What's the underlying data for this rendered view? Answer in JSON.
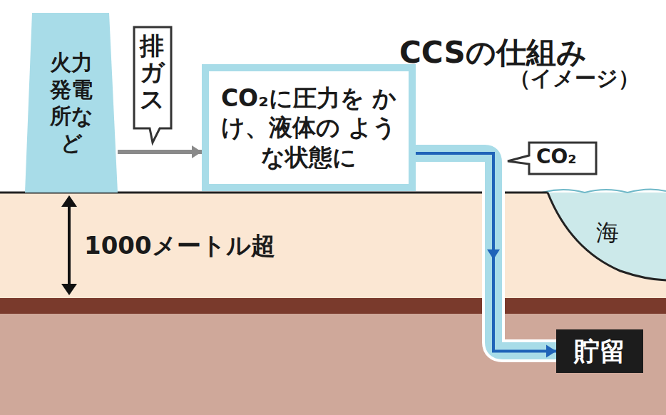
{
  "diagram": {
    "title": "CCSの仕組み",
    "nodes": [
      {
        "text": [
          "火力発電所など"
        ]
      },
      {
        "text": [
          "CO₂に圧力を かけ、液体の ような状態に"
        ]
      },
      {
        "text": [
          "貯留"
        ]
      }
    ],
    "edges": [
      {
        "from": 0,
        "to": 1,
        "label": "排ガス",
        "arrow": "to"
      },
      {
        "from": 1,
        "to": 2,
        "label": "CO₂",
        "arrow": "to"
      }
    ],
    "labels": [
      "（イメージ）",
      "1000メートル超",
      "海"
    ]
  }
}
